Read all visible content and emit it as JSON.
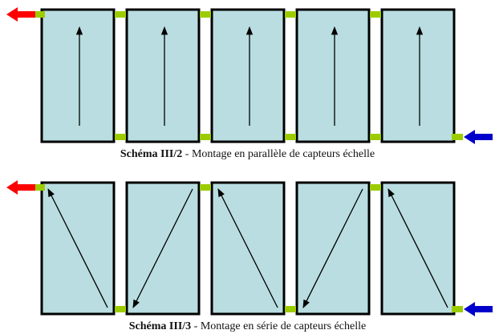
{
  "colors": {
    "panel_fill": "#b9dde1",
    "panel_border": "#000000",
    "connector": "#9ccc00",
    "outlet_arrow": "#ff0000",
    "inlet_arrow": "#0000cc",
    "flow_arrow": "#000000"
  },
  "schemas": [
    {
      "caption_label": "Schéma III/2",
      "caption_text": " - Montage en parallèle de capteurs échelle",
      "flow": [
        "up",
        "up",
        "up",
        "up",
        "up"
      ],
      "outlet_arrow_icon": "red-left-arrow-icon",
      "inlet_arrow_icon": "blue-left-arrow-icon"
    },
    {
      "caption_label": "Schéma III/3",
      "caption_text": " - Montage en série de capteurs échelle",
      "flow": [
        "up-left",
        "down-left",
        "up-left",
        "down-left",
        "up-left"
      ],
      "outlet_arrow_icon": "red-left-arrow-icon",
      "inlet_arrow_icon": "blue-left-arrow-icon"
    }
  ]
}
